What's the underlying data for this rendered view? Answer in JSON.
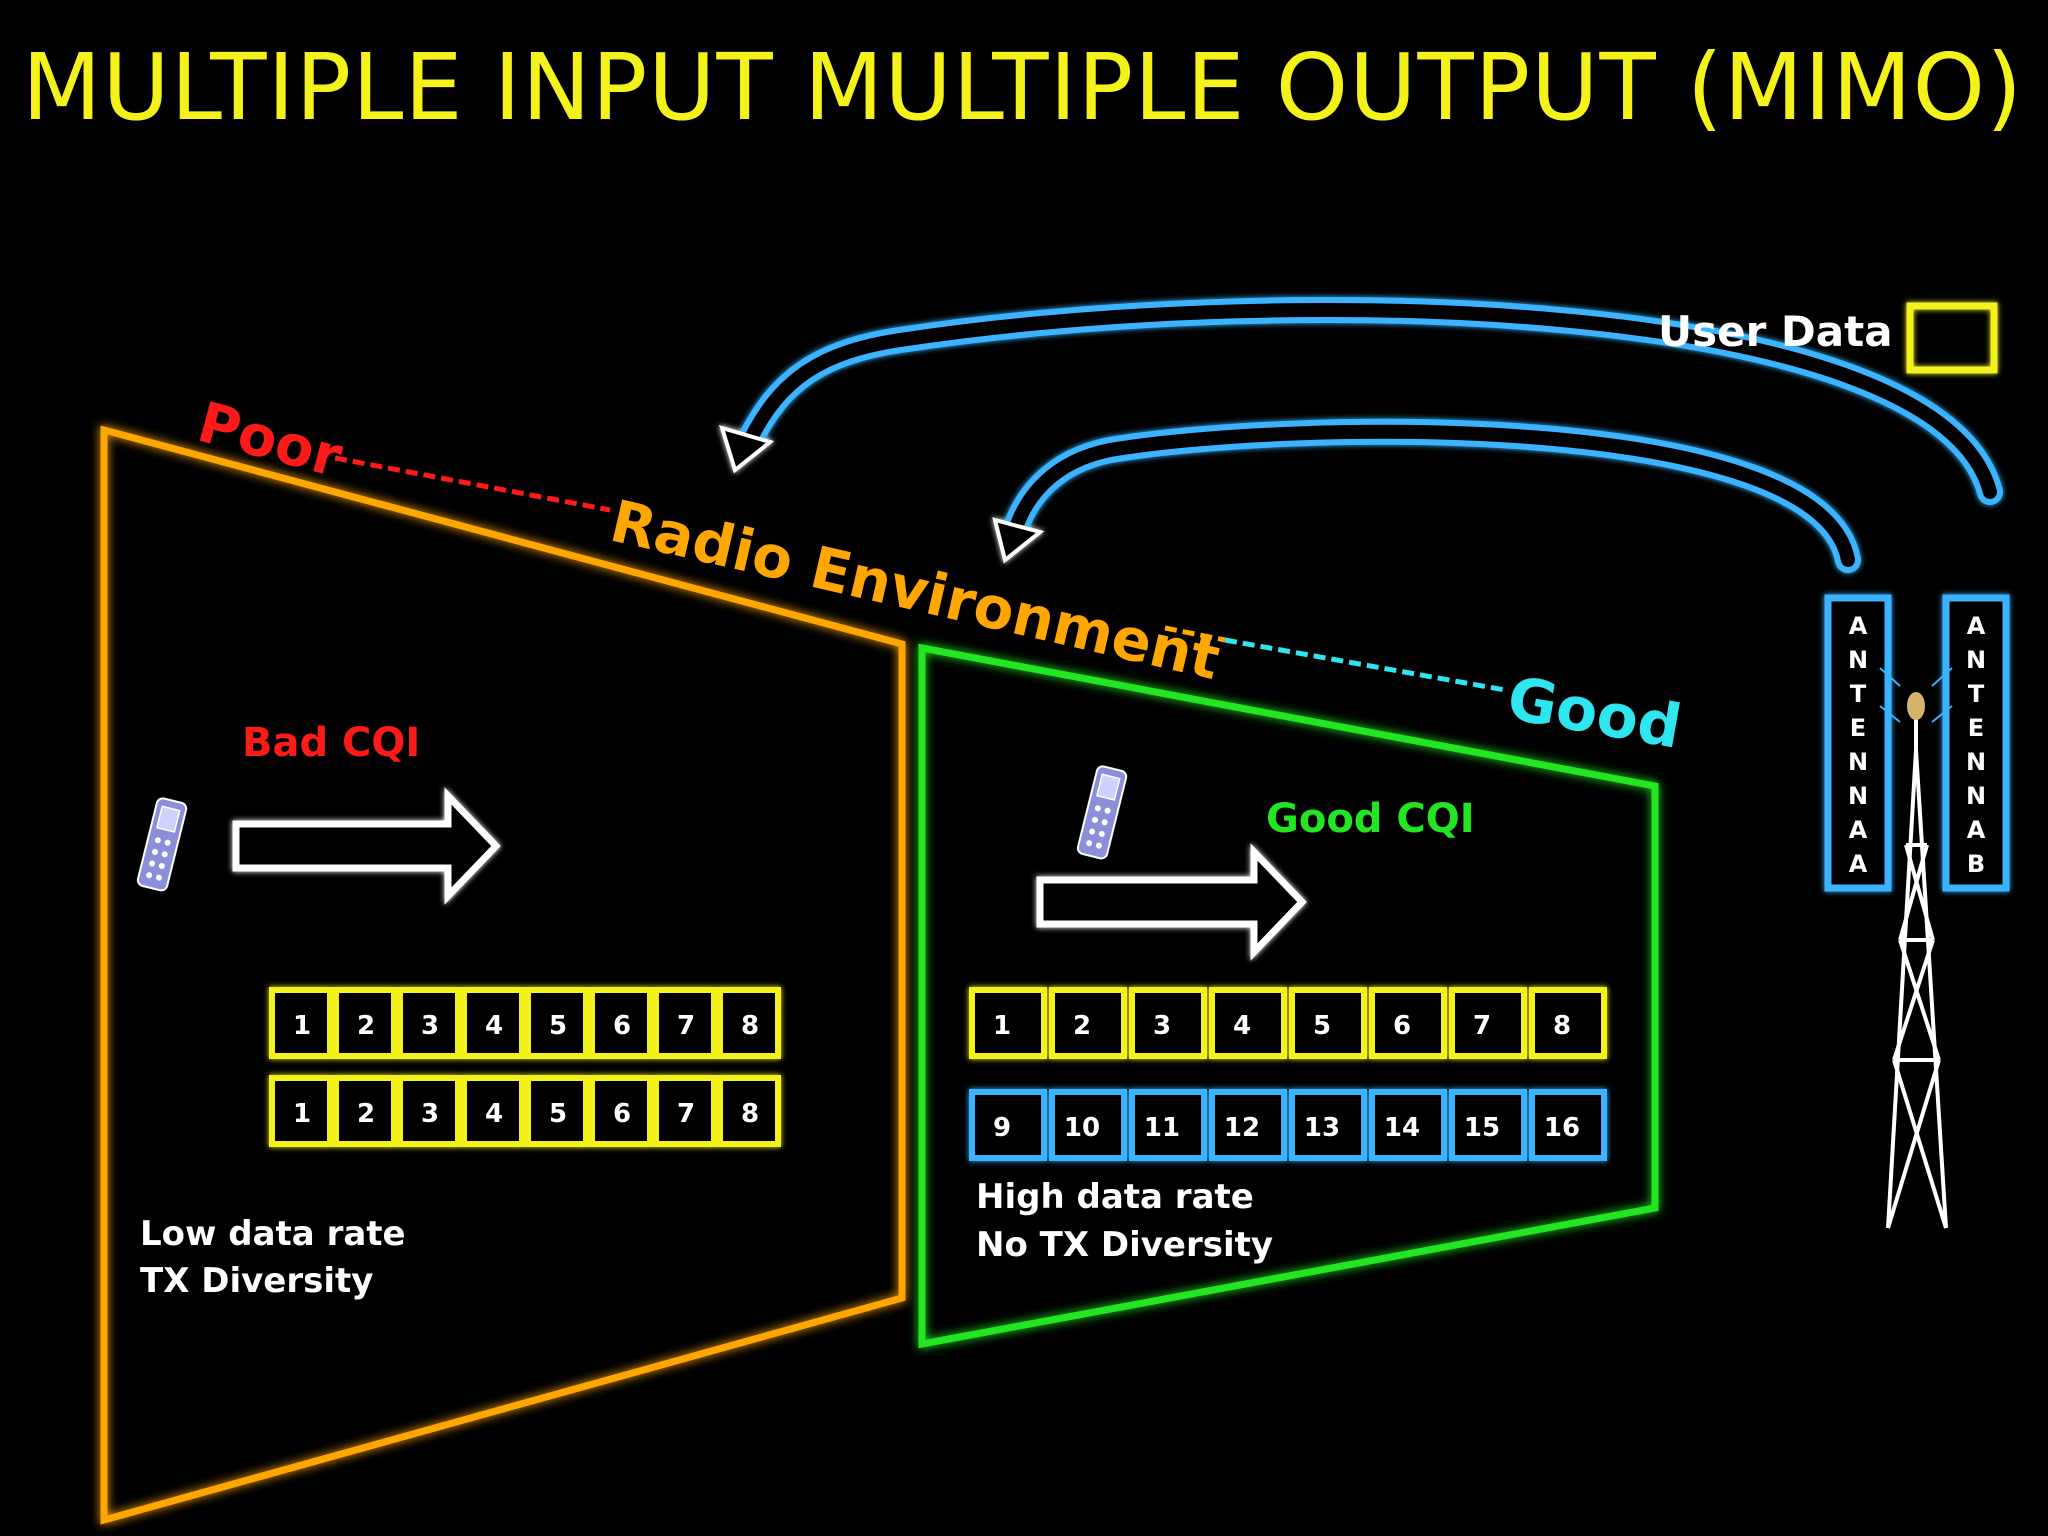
{
  "title": "MULTIPLE INPUT MULTIPLE OUTPUT (MIMO)",
  "user_data_label": "User Data",
  "environment_scale": {
    "poor": "Poor",
    "radio_environment": "Radio Environment",
    "good": "Good"
  },
  "left_panel": {
    "cqi_label": "Bad CQI",
    "row1": [
      "1",
      "2",
      "3",
      "4",
      "5",
      "6",
      "7",
      "8"
    ],
    "row2": [
      "1",
      "2",
      "3",
      "4",
      "5",
      "6",
      "7",
      "8"
    ],
    "caption_line1": "Low data rate",
    "caption_line2": "TX Diversity"
  },
  "right_panel": {
    "cqi_label": "Good CQI",
    "row1": [
      "1",
      "2",
      "3",
      "4",
      "5",
      "6",
      "7",
      "8"
    ],
    "row2": [
      "9",
      "10",
      "11",
      "12",
      "13",
      "14",
      "15",
      "16"
    ],
    "caption_line1": "High data rate",
    "caption_line2": "No TX Diversity"
  },
  "antennas": {
    "a": [
      "A",
      "N",
      "T",
      "E",
      "N",
      "N",
      "A",
      "A"
    ],
    "b": [
      "A",
      "N",
      "T",
      "E",
      "N",
      "N",
      "A",
      "B"
    ]
  },
  "colors": {
    "title": "#f4f21a",
    "poor": "#ff1a1a",
    "radio_environment": "#ffa600",
    "good": "#2ee6f0",
    "left_frame": "#ffa600",
    "right_frame": "#22e622",
    "block_yellow": "#f4f21a",
    "block_blue": "#3ab3ff",
    "arc": "#3ab3ff",
    "bad_cqi": "#ff1a1a",
    "good_cqi": "#22e622"
  },
  "icons": [
    "mobile-phone-icon",
    "arrow-right-icon",
    "antenna-tower-icon",
    "curved-arrow-icon"
  ]
}
